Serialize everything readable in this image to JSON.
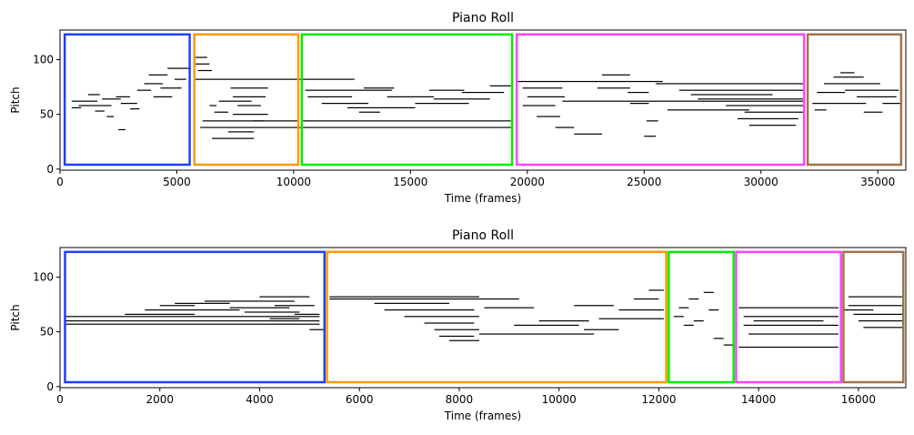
{
  "chart_data": [
    {
      "type": "piano_roll",
      "title": "Piano Roll",
      "xlabel": "Time (frames)",
      "ylabel": "Pitch",
      "xlim": [
        0,
        36200
      ],
      "ylim": [
        -1,
        127
      ],
      "xticks": [
        0,
        5000,
        10000,
        15000,
        20000,
        25000,
        30000,
        35000
      ],
      "yticks": [
        0,
        50,
        100
      ],
      "segments": [
        {
          "color": "#1f3fff",
          "x_start": 200,
          "x_end": 5550,
          "pitch_low": 4,
          "pitch_high": 123
        },
        {
          "color": "#ff9900",
          "x_start": 5750,
          "x_end": 10200,
          "pitch_low": 4,
          "pitch_high": 123
        },
        {
          "color": "#00ee00",
          "x_start": 10350,
          "x_end": 19350,
          "pitch_low": 4,
          "pitch_high": 123
        },
        {
          "color": "#ff44ff",
          "x_start": 19550,
          "x_end": 31850,
          "pitch_low": 4,
          "pitch_high": 123
        },
        {
          "color": "#a0724a",
          "x_start": 32000,
          "x_end": 36000,
          "pitch_low": 4,
          "pitch_high": 123
        }
      ],
      "notes": [
        [
          500,
          1600,
          62,
          1
        ],
        [
          800,
          2200,
          58,
          1
        ],
        [
          1200,
          1700,
          68,
          1
        ],
        [
          1800,
          2600,
          64,
          1
        ],
        [
          2000,
          2300,
          48,
          1
        ],
        [
          2600,
          3300,
          60,
          1
        ],
        [
          2400,
          3000,
          66,
          1
        ],
        [
          3300,
          3900,
          72,
          1
        ],
        [
          3600,
          4400,
          78,
          1
        ],
        [
          3800,
          4600,
          86,
          1
        ],
        [
          4300,
          5200,
          74,
          1
        ],
        [
          4600,
          5600,
          92,
          1
        ],
        [
          4000,
          4800,
          66,
          1
        ],
        [
          500,
          900,
          56,
          1
        ],
        [
          2500,
          2800,
          36,
          1
        ],
        [
          3000,
          3400,
          55,
          1
        ],
        [
          4900,
          5400,
          82,
          1
        ],
        [
          1500,
          1900,
          53,
          1
        ],
        [
          5800,
          6300,
          102,
          1
        ],
        [
          5800,
          6400,
          96,
          1
        ],
        [
          5900,
          6500,
          90,
          1
        ],
        [
          5800,
          12600,
          82,
          1
        ],
        [
          6400,
          6700,
          58,
          1
        ],
        [
          6600,
          7200,
          52,
          1
        ],
        [
          6800,
          8200,
          62,
          1
        ],
        [
          7300,
          8900,
          74,
          1
        ],
        [
          7400,
          8800,
          66,
          1
        ],
        [
          7600,
          8600,
          58,
          1
        ],
        [
          7400,
          8900,
          50,
          1
        ],
        [
          6100,
          10200,
          44,
          1
        ],
        [
          6000,
          10300,
          38,
          1
        ],
        [
          6500,
          8300,
          28,
          1
        ],
        [
          7200,
          8300,
          34,
          1
        ],
        [
          8300,
          8700,
          44,
          1
        ],
        [
          10400,
          19300,
          44,
          1
        ],
        [
          10400,
          19300,
          38,
          1
        ],
        [
          10500,
          14200,
          72,
          1
        ],
        [
          10600,
          12500,
          66,
          1
        ],
        [
          11200,
          13200,
          60,
          1
        ],
        [
          12300,
          15200,
          56,
          1
        ],
        [
          13000,
          14300,
          74,
          1
        ],
        [
          14000,
          16000,
          66,
          1
        ],
        [
          15200,
          17500,
          60,
          1
        ],
        [
          16000,
          18400,
          64,
          1
        ],
        [
          17200,
          19000,
          70,
          1
        ],
        [
          18400,
          19300,
          76,
          1
        ],
        [
          12800,
          13700,
          52,
          1
        ],
        [
          15800,
          17300,
          72,
          1
        ],
        [
          19600,
          25800,
          80,
          1
        ],
        [
          19800,
          21500,
          74,
          1
        ],
        [
          20000,
          21600,
          66,
          1
        ],
        [
          19800,
          21200,
          58,
          1
        ],
        [
          20400,
          21400,
          48,
          1
        ],
        [
          21200,
          22000,
          38,
          1
        ],
        [
          22000,
          23200,
          32,
          1
        ],
        [
          23000,
          24400,
          74,
          1
        ],
        [
          23200,
          24400,
          86,
          1
        ],
        [
          24300,
          25200,
          70,
          1
        ],
        [
          24400,
          25200,
          60,
          1
        ],
        [
          25100,
          25600,
          44,
          1
        ],
        [
          25000,
          25500,
          30,
          1
        ],
        [
          25500,
          31800,
          78,
          1
        ],
        [
          26500,
          31800,
          72,
          1
        ],
        [
          27300,
          31800,
          64,
          1
        ],
        [
          28500,
          31800,
          58,
          1
        ],
        [
          29300,
          31800,
          52,
          1
        ],
        [
          29000,
          31600,
          46,
          1
        ],
        [
          29500,
          31500,
          40,
          1
        ],
        [
          26000,
          29500,
          54,
          1
        ],
        [
          21500,
          31800,
          62,
          1
        ],
        [
          27000,
          30500,
          68,
          1
        ],
        [
          32200,
          34500,
          60,
          1
        ],
        [
          32400,
          33600,
          70,
          1
        ],
        [
          32700,
          35100,
          78,
          1
        ],
        [
          33100,
          34400,
          84,
          1
        ],
        [
          33600,
          35900,
          72,
          1
        ],
        [
          34100,
          35800,
          66,
          1
        ],
        [
          34400,
          35200,
          52,
          1
        ],
        [
          32300,
          32800,
          54,
          1
        ],
        [
          35200,
          36000,
          60,
          1
        ],
        [
          33400,
          34000,
          88,
          1
        ]
      ]
    },
    {
      "type": "piano_roll",
      "title": "Piano Roll",
      "xlabel": "Time (frames)",
      "ylabel": "Pitch",
      "xlim": [
        0,
        16950
      ],
      "ylim": [
        -1,
        127
      ],
      "xticks": [
        0,
        2000,
        4000,
        6000,
        8000,
        10000,
        12000,
        14000,
        16000
      ],
      "yticks": [
        0,
        50,
        100
      ],
      "segments": [
        {
          "color": "#1f3fff",
          "x_start": 100,
          "x_end": 5300,
          "pitch_low": 4,
          "pitch_high": 123
        },
        {
          "color": "#ff9900",
          "x_start": 5350,
          "x_end": 12150,
          "pitch_low": 4,
          "pitch_high": 123
        },
        {
          "color": "#00ee00",
          "x_start": 12200,
          "x_end": 13500,
          "pitch_low": 4,
          "pitch_high": 123
        },
        {
          "color": "#ff44ff",
          "x_start": 13550,
          "x_end": 15650,
          "pitch_low": 4,
          "pitch_high": 123
        },
        {
          "color": "#a0724a",
          "x_start": 15700,
          "x_end": 16900,
          "pitch_low": 4,
          "pitch_high": 123
        }
      ],
      "notes": [
        [
          100,
          5200,
          64,
          1
        ],
        [
          100,
          5200,
          60,
          1
        ],
        [
          100,
          5200,
          57,
          1
        ],
        [
          1300,
          2700,
          66,
          1
        ],
        [
          1700,
          3600,
          70,
          1
        ],
        [
          2000,
          2700,
          74,
          1
        ],
        [
          2300,
          3400,
          76,
          1
        ],
        [
          2900,
          4700,
          78,
          1
        ],
        [
          3400,
          4600,
          72,
          1
        ],
        [
          3700,
          4800,
          68,
          1
        ],
        [
          4000,
          5000,
          82,
          1
        ],
        [
          4300,
          5100,
          74,
          1
        ],
        [
          4700,
          5200,
          66,
          1
        ],
        [
          5000,
          5300,
          52,
          1
        ],
        [
          4200,
          4800,
          62,
          1
        ],
        [
          5400,
          8400,
          82,
          1
        ],
        [
          5400,
          9200,
          80,
          1
        ],
        [
          6300,
          7800,
          76,
          1
        ],
        [
          6500,
          8300,
          70,
          1
        ],
        [
          6900,
          8400,
          64,
          1
        ],
        [
          7300,
          8300,
          58,
          1
        ],
        [
          7500,
          8400,
          52,
          1
        ],
        [
          7600,
          8300,
          46,
          1
        ],
        [
          7800,
          8400,
          42,
          1
        ],
        [
          8400,
          10700,
          48,
          1
        ],
        [
          9100,
          10400,
          56,
          1
        ],
        [
          8500,
          9500,
          72,
          1
        ],
        [
          9600,
          10600,
          60,
          1
        ],
        [
          10300,
          11100,
          74,
          1
        ],
        [
          10800,
          12100,
          62,
          1
        ],
        [
          11200,
          12100,
          70,
          1
        ],
        [
          11800,
          12100,
          88,
          1
        ],
        [
          10500,
          11200,
          52,
          1
        ],
        [
          11500,
          12000,
          80,
          1
        ],
        [
          12300,
          12500,
          64,
          1
        ],
        [
          12600,
          12800,
          80,
          1
        ],
        [
          12500,
          12700,
          56,
          1
        ],
        [
          12900,
          13100,
          86,
          1
        ],
        [
          13000,
          13200,
          70,
          1
        ],
        [
          13100,
          13300,
          44,
          1
        ],
        [
          12700,
          12900,
          60,
          1
        ],
        [
          13300,
          13500,
          38,
          1
        ],
        [
          12400,
          12600,
          72,
          1
        ],
        [
          13600,
          15600,
          72,
          1
        ],
        [
          13700,
          15600,
          64,
          1
        ],
        [
          13700,
          15600,
          56,
          1
        ],
        [
          13800,
          15600,
          48,
          1
        ],
        [
          13600,
          15600,
          36,
          1
        ],
        [
          13900,
          15300,
          60,
          1
        ],
        [
          15800,
          16900,
          82,
          1
        ],
        [
          15800,
          16900,
          74,
          1
        ],
        [
          15900,
          16900,
          66,
          1
        ],
        [
          16000,
          16900,
          60,
          1
        ],
        [
          16100,
          16900,
          54,
          1
        ],
        [
          15700,
          16300,
          70,
          1
        ]
      ]
    }
  ]
}
